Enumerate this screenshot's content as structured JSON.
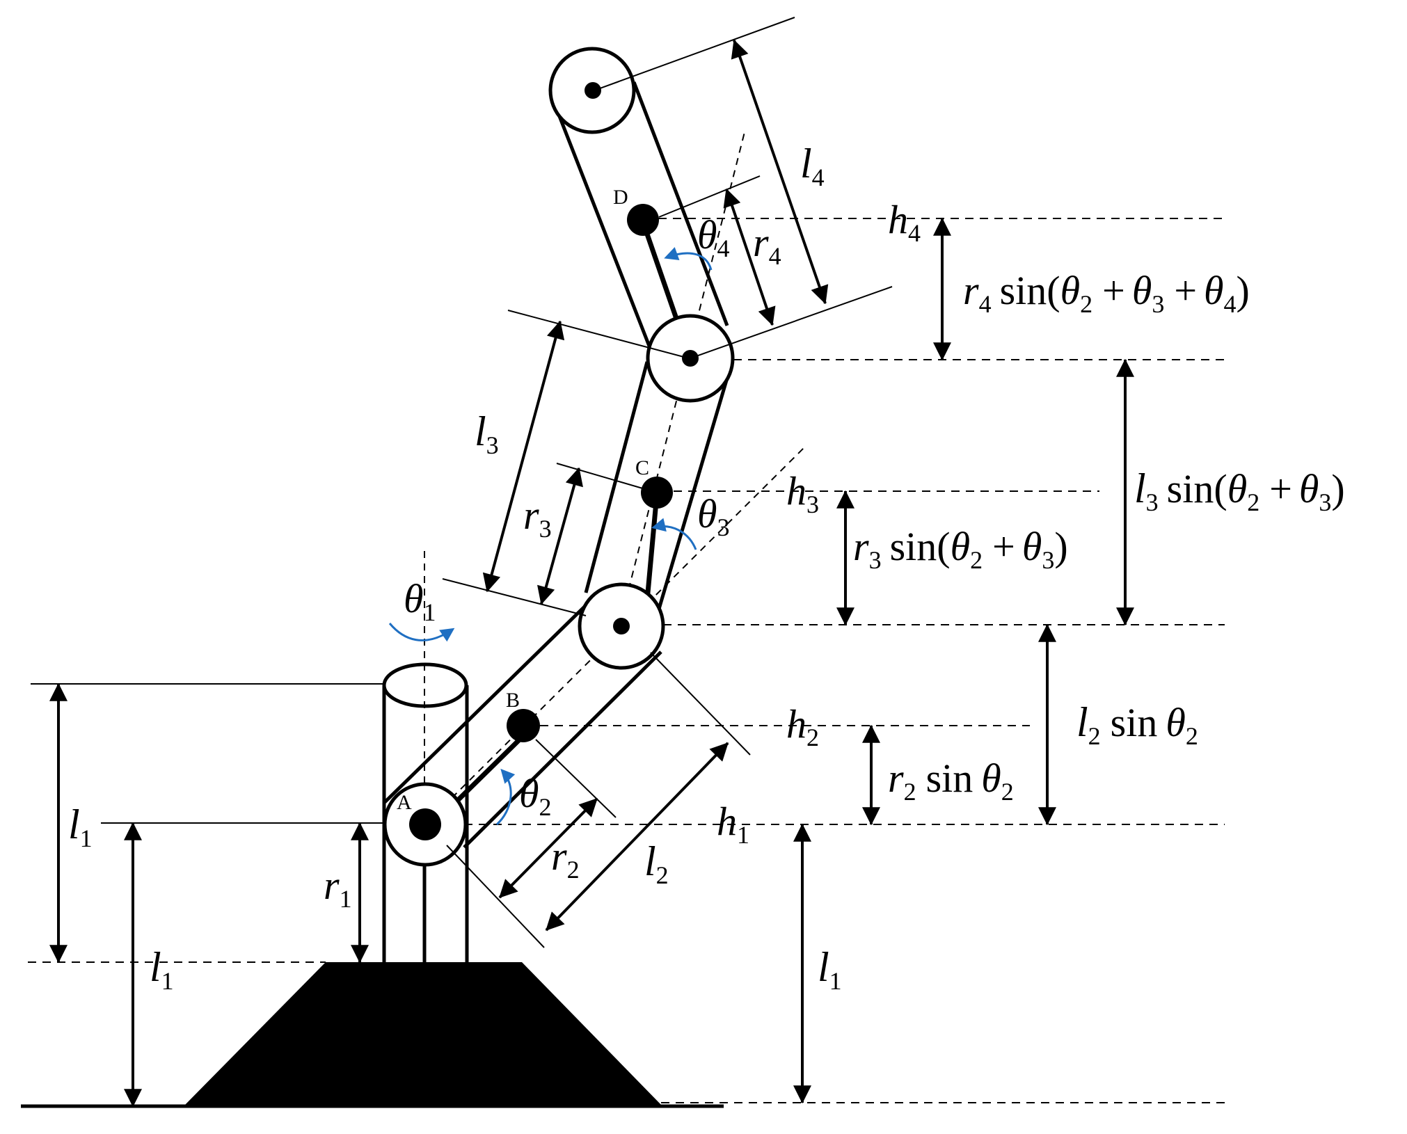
{
  "diagram": {
    "ink_color": "#000000",
    "arrow_color": "#1f6fc2",
    "points": {
      "A": "A",
      "B": "B",
      "C": "C",
      "D": "D"
    },
    "symbols": {
      "l": "l",
      "r": "r",
      "h": "h",
      "theta": "θ",
      "sin": "sin",
      "plus": "+",
      "lparen": "(",
      "rparen": ")",
      "sub1": "1",
      "sub2": "2",
      "sub3": "3",
      "sub4": "4"
    }
  }
}
